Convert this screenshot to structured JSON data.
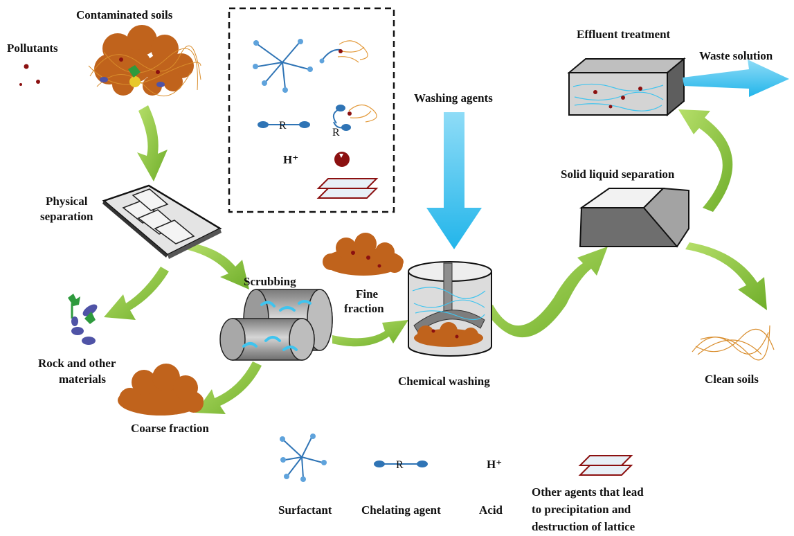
{
  "diagram": {
    "labels": {
      "contaminated_soils": "Contaminated soils",
      "pollutants": "Pollutants",
      "physical_separation_1": "Physical",
      "physical_separation_2": "separation",
      "rock_1": "Rock and other",
      "rock_2": "materials",
      "scrubbing": "Scrubbing",
      "fine_fraction_1": "Fine",
      "fine_fraction_2": "fraction",
      "coarse_fraction": "Coarse fraction",
      "washing_agents": "Washing agents",
      "chemical_washing": "Chemical washing",
      "effluent_treatment": "Effluent treatment",
      "waste_solution": "Waste solution",
      "solid_liquid_separation": "Solid liquid separation",
      "clean_soils": "Clean soils",
      "inset_h_plus": "H⁺",
      "inset_r_top": "R",
      "inset_r_bound": "R"
    },
    "legend": {
      "surfactant": "Surfactant",
      "chelating_agent": "Chelating agent",
      "chelating_r": "R",
      "acid": "Acid",
      "acid_symbol": "H⁺",
      "other_1": "Other agents that lead",
      "other_2": "to precipitation and",
      "other_3": "destruction of lattice"
    },
    "colors": {
      "flow_arrow": "#8cc63f",
      "agent_arrow": "#3fc4ef",
      "soil": "#c0631c",
      "pollutant": "#8b1010",
      "surfactant": "#2f74b5",
      "equipment": "#8e8e8e"
    }
  }
}
